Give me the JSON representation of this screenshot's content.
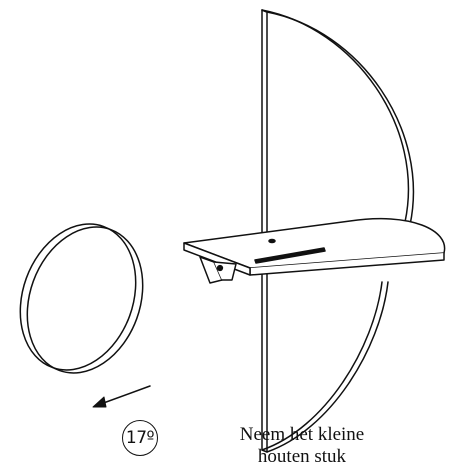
{
  "step": {
    "number": "17º"
  },
  "instruction": {
    "line1": "Neem het kleine",
    "line2": "houten stuk"
  },
  "icons": {
    "direction": "arrow-down-left-icon"
  },
  "colors": {
    "line": "#111111",
    "background": "#ffffff"
  }
}
